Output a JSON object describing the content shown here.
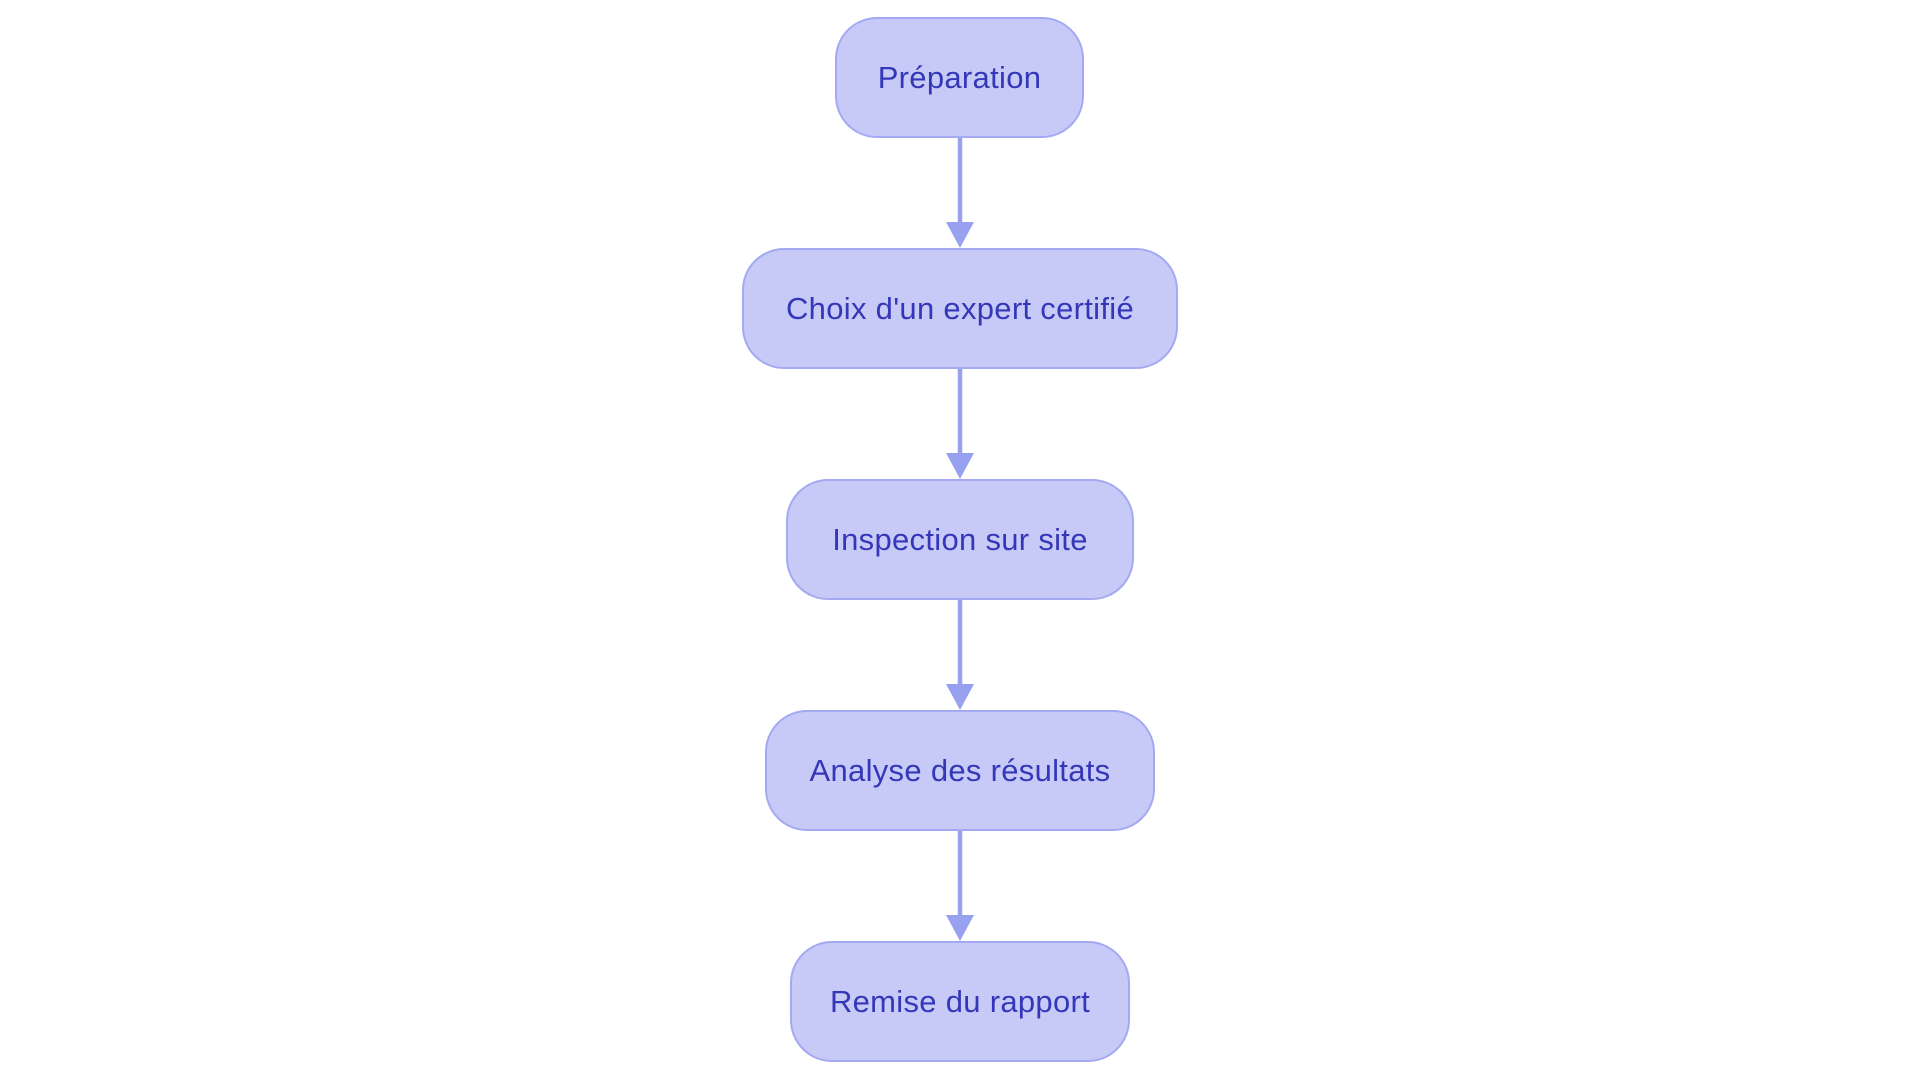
{
  "diagram": {
    "type": "flowchart",
    "direction": "top-down",
    "nodes": [
      {
        "label": "Préparation"
      },
      {
        "label": "Choix d'un expert certifié"
      },
      {
        "label": "Inspection sur site"
      },
      {
        "label": "Analyse des résultats"
      },
      {
        "label": "Remise du rapport"
      }
    ],
    "edges": [
      {
        "from": "Préparation",
        "to": "Choix d'un expert certifié"
      },
      {
        "from": "Choix d'un expert certifié",
        "to": "Inspection sur site"
      },
      {
        "from": "Inspection sur site",
        "to": "Analyse des résultats"
      },
      {
        "from": "Analyse des résultats",
        "to": "Remise du rapport"
      }
    ],
    "colors": {
      "background": "#ffffff",
      "node_fill": "#c7c9f7",
      "node_border": "#a4aaf1",
      "node_text": "#3438b8",
      "arrow": "#98a0f0"
    }
  }
}
